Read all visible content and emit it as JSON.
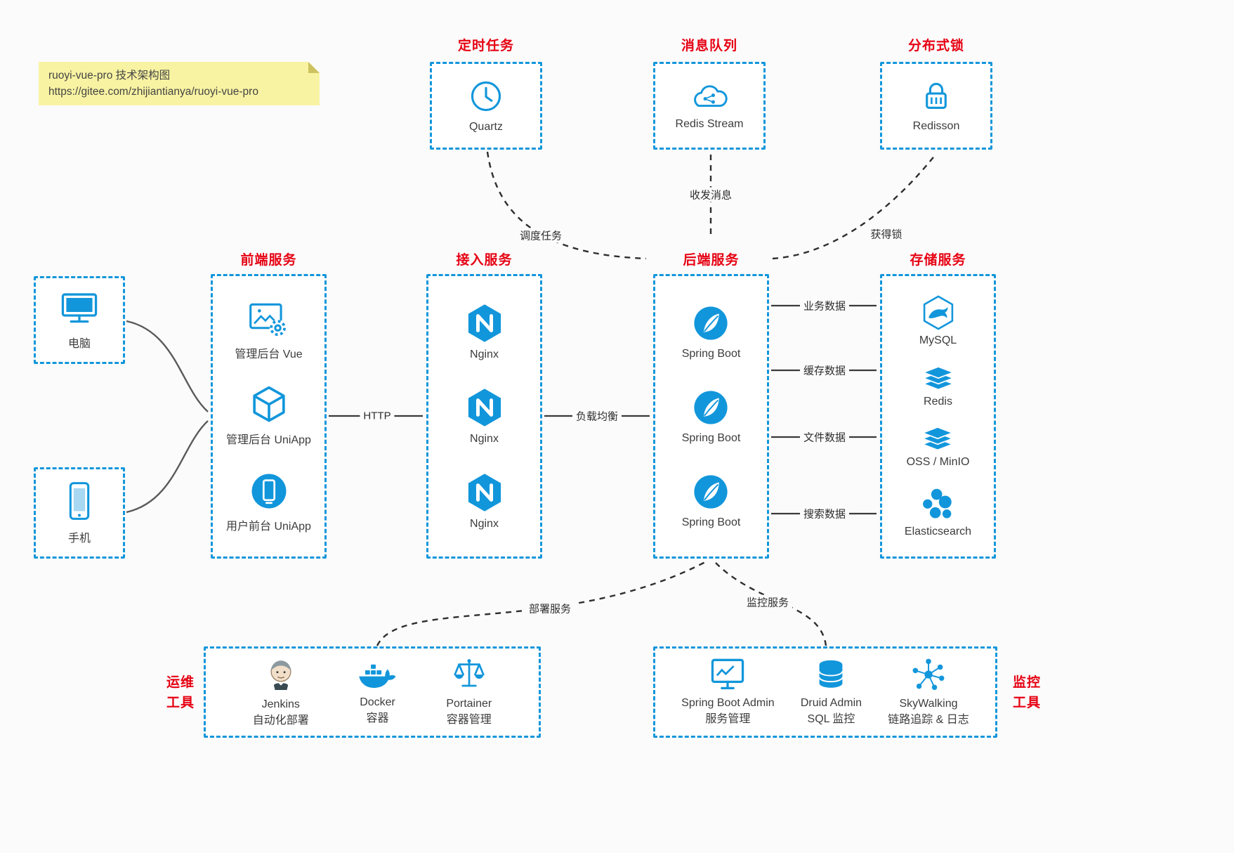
{
  "colors": {
    "accent": "#1296db",
    "red": "#e60012",
    "note_bg": "#f8f3a2",
    "bg": "#fbfbfb"
  },
  "note": {
    "line1": "ruoyi-vue-pro 技术架构图",
    "line2": "https://gitee.com/zhijiantianya/ruoyi-vue-pro"
  },
  "top": {
    "scheduler": {
      "title": "定时任务",
      "label": "Quartz"
    },
    "mq": {
      "title": "消息队列",
      "label": "Redis Stream"
    },
    "lock": {
      "title": "分布式锁",
      "label": "Redisson"
    }
  },
  "clients": {
    "computer": "电脑",
    "phone": "手机"
  },
  "frontend": {
    "title": "前端服务",
    "items": [
      "管理后台 Vue",
      "管理后台 UniApp",
      "用户前台 UniApp"
    ]
  },
  "access": {
    "title": "接入服务",
    "items": [
      "Nginx",
      "Nginx",
      "Nginx"
    ]
  },
  "backend": {
    "title": "后端服务",
    "items": [
      "Spring Boot",
      "Spring Boot",
      "Spring Boot"
    ]
  },
  "storage": {
    "title": "存储服务",
    "items": [
      "MySQL",
      "Redis",
      "OSS / MinIO",
      "Elasticsearch"
    ]
  },
  "ops": {
    "title_line1": "运维",
    "title_line2": "工具",
    "items": [
      {
        "name": "Jenkins",
        "desc": "自动化部署"
      },
      {
        "name": "Docker",
        "desc": "容器"
      },
      {
        "name": "Portainer",
        "desc": "容器管理"
      }
    ]
  },
  "monitoring": {
    "title_line1": "监控",
    "title_line2": "工具",
    "items": [
      {
        "name": "Spring Boot Admin",
        "desc": "服务管理"
      },
      {
        "name": "Druid Admin",
        "desc": "SQL 监控"
      },
      {
        "name": "SkyWalking",
        "desc": "链路追踪 & 日志"
      }
    ]
  },
  "edges": {
    "http": "HTTP",
    "load_balance": "负载均衡",
    "schedule": "调度任务",
    "messages": "收发消息",
    "get_lock": "获得锁",
    "business_data": "业务数据",
    "cache_data": "缓存数据",
    "file_data": "文件数据",
    "search_data": "搜索数据",
    "deploy": "部署服务",
    "monitor": "监控服务"
  }
}
